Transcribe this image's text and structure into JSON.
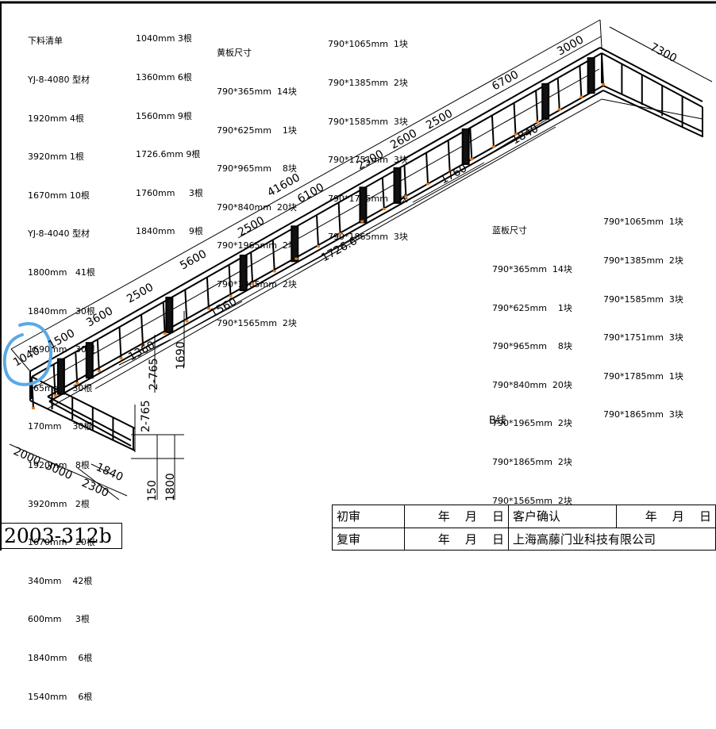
{
  "cut_list": {
    "title": "下料清单",
    "lines": [
      "YJ-8-4080 型材",
      "1920mm 4根",
      "3920mm 1根",
      "1670mm 10根",
      "YJ-8-4040 型材",
      "1800mm   41根",
      "1840mm   30根",
      "1690mm   30根",
      "765mm    30根",
      "170mm    30根",
      "1920mm   8根",
      "3920mm   2根",
      "1670mm   20根",
      "340mm    42根",
      "600mm     3根",
      "1840mm    6根",
      "1540mm    6根"
    ],
    "col2": [
      "1040mm 3根",
      "1360mm 6根",
      "1560mm 9根",
      "1726.6mm 9根",
      "1760mm     3根",
      "1840mm     9根"
    ]
  },
  "yellow_board": {
    "title": "黄板尺寸",
    "lines": [
      "790*365mm  14块",
      "790*625mm    1块",
      "790*965mm    8块",
      "790*840mm  20块",
      "790*1965mm  2块",
      "790*1865mm  2块",
      "790*1565mm  2块"
    ],
    "col2": [
      "790*1065mm  1块",
      "790*1385mm  2块",
      "790*1585mm  3块",
      "790*1751mm  3块",
      "790*1785mm  1块",
      "790*1865mm  3块"
    ]
  },
  "blue_board": {
    "title": "蓝板尺寸",
    "lines": [
      "790*365mm  14块",
      "790*625mm    1块",
      "790*965mm    8块",
      "790*840mm  20块",
      "790*1965mm  2块",
      "790*1865mm  2块",
      "790*1565mm  2块"
    ],
    "col2": [
      "790*1065mm  1块",
      "790*1385mm  2块",
      "790*1585mm  3块",
      "790*1751mm  3块",
      "790*1785mm  1块",
      "790*1865mm  3块"
    ]
  },
  "dimensions": {
    "d41600": "41600",
    "d7300": "7300",
    "d3000_top": "3000",
    "d6700": "6700",
    "d2500_a": "2500",
    "d2600": "2600",
    "d2500_b": "2500",
    "d6100": "6100",
    "d2500_c": "2500",
    "d5600": "5600",
    "d2500_d": "2500",
    "d3600": "3600",
    "d1500": "1500",
    "d1040": "1040",
    "d1840_a": "1840",
    "d1760": "1760",
    "d1726": "1726.6",
    "d1560": "1560",
    "d1360": "1360",
    "d1690": "1690",
    "d2765_a": "2-765",
    "d2765_b": "2-765",
    "d2000": "2000",
    "d3000_bot": "3000",
    "d1840_b": "1840",
    "d2300": "2300",
    "d150": "150",
    "d1800": "1800"
  },
  "line_label": "B线",
  "drawing_number": "2003-312b",
  "title_block": {
    "first_review": "初审",
    "re_review": "复审",
    "year": "年",
    "month": "月",
    "day": "日",
    "customer_confirm": "客户确认",
    "company": "上海高藤门业科技有限公司"
  },
  "colors": {
    "frame": "#000000",
    "annotation_circle": "#5aa9e6",
    "bolt": "#e87a1a"
  }
}
